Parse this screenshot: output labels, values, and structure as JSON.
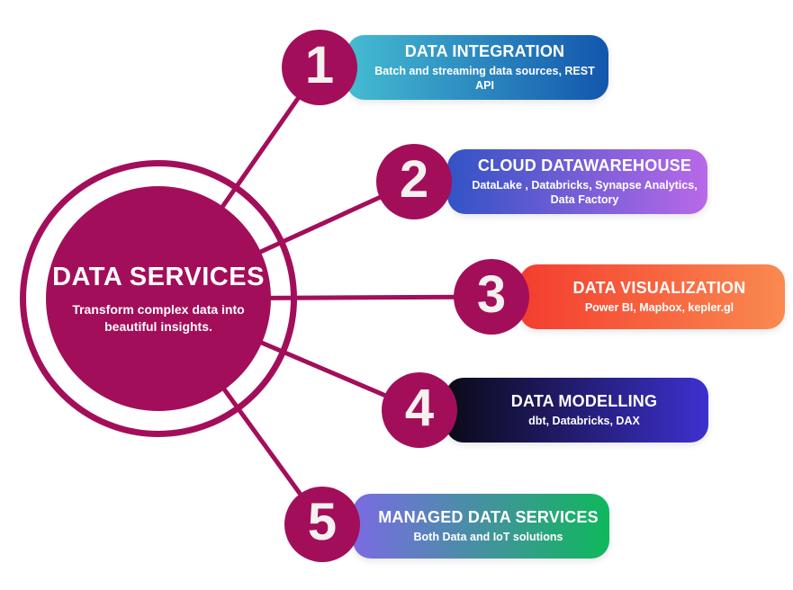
{
  "colors": {
    "maroon": "#A30E5A",
    "text_on_dark": "#FFFFFF",
    "number_text": "#F4F1EE"
  },
  "center": {
    "title": "DATA SERVICES",
    "subtitle": "Transform complex data into beautiful insights."
  },
  "items": [
    {
      "number": "1",
      "title": "DATA INTEGRATION",
      "subtitle": "Batch and streaming data sources, REST  API",
      "gradient_start": "#45BCD2",
      "gradient_end": "#1356AD"
    },
    {
      "number": "2",
      "title": "CLOUD DATAWAREHOUSE",
      "subtitle": "DataLake , Databricks, Synapse Analytics,\nData Factory",
      "gradient_start": "#3253C5",
      "gradient_end": "#B869E8"
    },
    {
      "number": "3",
      "title": "DATA VISUALIZATION",
      "subtitle": "Power BI, Mapbox, kepler.gl",
      "gradient_start": "#F43D2E",
      "gradient_end": "#FA8A50"
    },
    {
      "number": "4",
      "title": "DATA MODELLING",
      "subtitle": "dbt, Databricks, DAX",
      "gradient_start": "#0A0A16",
      "gradient_end": "#3D30CF"
    },
    {
      "number": "5",
      "title": "MANAGED DATA SERVICES",
      "subtitle": "Both Data and IoT solutions",
      "gradient_start": "#7B6BE3",
      "gradient_end": "#0EB85C"
    }
  ]
}
